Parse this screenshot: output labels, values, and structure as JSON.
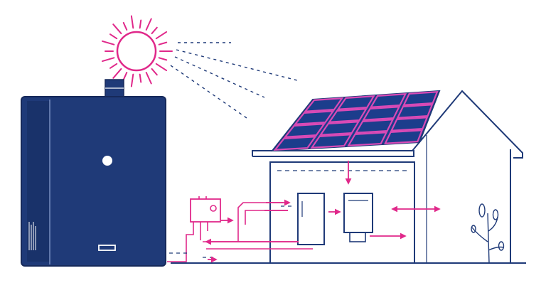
{
  "colors": {
    "navy": "#1f3a78",
    "navy_dark": "#16295a",
    "magenta": "#e0288a",
    "panel_fill": "#1c3d8c",
    "panel_grid": "#d94ab6",
    "background": "#ffffff"
  },
  "icons": {
    "sun": "sun-icon",
    "boiler": "heat-pump-unit-icon",
    "solar_panel": "solar-panel-icon",
    "house": "house-icon",
    "storage_tank": "water-tank-icon",
    "inverter": "inverter-icon",
    "controller": "control-box-icon",
    "plant": "plant-icon"
  },
  "diagram": {
    "nodes": [
      {
        "id": "sun",
        "name": "sun"
      },
      {
        "id": "unit",
        "name": "heat-pump-unit"
      },
      {
        "id": "solar",
        "name": "solar-panel-array"
      },
      {
        "id": "house",
        "name": "house"
      },
      {
        "id": "tank",
        "name": "storage-tank"
      },
      {
        "id": "inverter",
        "name": "inverter"
      },
      {
        "id": "controller",
        "name": "controller"
      },
      {
        "id": "plant",
        "name": "plant"
      }
    ],
    "edges": [
      {
        "from": "solar",
        "to": "inverter"
      },
      {
        "from": "controller",
        "to": "tank"
      },
      {
        "from": "tank",
        "to": "controller"
      },
      {
        "from": "inverter",
        "to": "house"
      },
      {
        "from": "house",
        "to": "inverter"
      },
      {
        "from": "inverter",
        "to": "house"
      },
      {
        "from": "unit",
        "to": "controller"
      }
    ]
  }
}
